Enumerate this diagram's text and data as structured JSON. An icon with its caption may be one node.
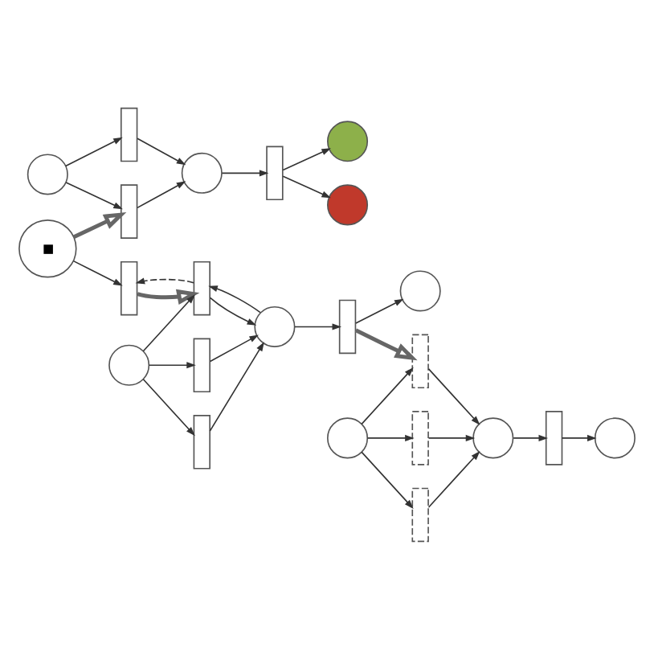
{
  "diagram": {
    "nodes": [
      {
        "text": [],
        "shape": "circle"
      },
      {
        "text": [],
        "shape": "bar"
      },
      {
        "text": [],
        "shape": "bar"
      },
      {
        "text": [],
        "shape": "circle"
      },
      {
        "text": [],
        "shape": "bar"
      },
      {
        "text": [],
        "shape": "circle"
      },
      {
        "text": [],
        "shape": "circle"
      },
      {
        "text": [],
        "shape": "circle"
      },
      {
        "text": [],
        "shape": "bar"
      },
      {
        "text": [],
        "shape": "bar"
      },
      {
        "text": [],
        "shape": "circle"
      },
      {
        "text": [],
        "shape": "bar"
      },
      {
        "text": [],
        "shape": "circle"
      },
      {
        "text": [],
        "shape": "bar"
      },
      {
        "text": [],
        "shape": "circle"
      },
      {
        "text": [],
        "shape": "bar"
      },
      {
        "text": [],
        "shape": "bar"
      },
      {
        "text": [],
        "shape": "circle"
      },
      {
        "text": [],
        "shape": "bar"
      },
      {
        "text": [],
        "shape": "circle"
      },
      {
        "text": [],
        "shape": "bar"
      },
      {
        "text": [],
        "shape": "circle"
      },
      {
        "text": [],
        "shape": "bar"
      }
    ],
    "edges": [
      {
        "from": 0,
        "to": 1,
        "arrow": "to"
      },
      {
        "from": 0,
        "to": 2,
        "arrow": "to"
      },
      {
        "from": 1,
        "to": 3,
        "arrow": "to"
      },
      {
        "from": 2,
        "to": 3,
        "arrow": "to"
      },
      {
        "from": 3,
        "to": 4,
        "arrow": "to"
      },
      {
        "from": 4,
        "to": 5,
        "arrow": "to"
      },
      {
        "from": 4,
        "to": 6,
        "arrow": "to"
      },
      {
        "from": 7,
        "to": 2,
        "arrow": "to",
        "style": "thick"
      },
      {
        "from": 7,
        "to": 8,
        "arrow": "to"
      },
      {
        "from": 9,
        "to": 8,
        "arrow": "to",
        "style": "dashed"
      },
      {
        "from": 8,
        "to": 9,
        "arrow": "to",
        "style": "thick"
      },
      {
        "from": 10,
        "to": 9,
        "arrow": "to"
      },
      {
        "from": 10,
        "to": 11,
        "arrow": "to"
      },
      {
        "from": 10,
        "to": 15,
        "arrow": "to"
      },
      {
        "from": 9,
        "to": 12,
        "arrow": "to"
      },
      {
        "from": 11,
        "to": 12,
        "arrow": "to"
      },
      {
        "from": 15,
        "to": 12,
        "arrow": "to"
      },
      {
        "from": 12,
        "to": 9,
        "arrow": "to"
      },
      {
        "from": 12,
        "to": 13,
        "arrow": "to"
      },
      {
        "from": 13,
        "to": 14,
        "arrow": "to"
      },
      {
        "from": 13,
        "to": 16,
        "arrow": "to",
        "style": "thick"
      },
      {
        "from": 17,
        "to": 16,
        "arrow": "to"
      },
      {
        "from": 17,
        "to": 18,
        "arrow": "to"
      },
      {
        "from": 17,
        "to": 22,
        "arrow": "to"
      },
      {
        "from": 16,
        "to": 19,
        "arrow": "to"
      },
      {
        "from": 18,
        "to": 19,
        "arrow": "to"
      },
      {
        "from": 22,
        "to": 19,
        "arrow": "to"
      },
      {
        "from": 19,
        "to": 20,
        "arrow": "to"
      },
      {
        "from": 20,
        "to": 21,
        "arrow": "to"
      }
    ]
  }
}
